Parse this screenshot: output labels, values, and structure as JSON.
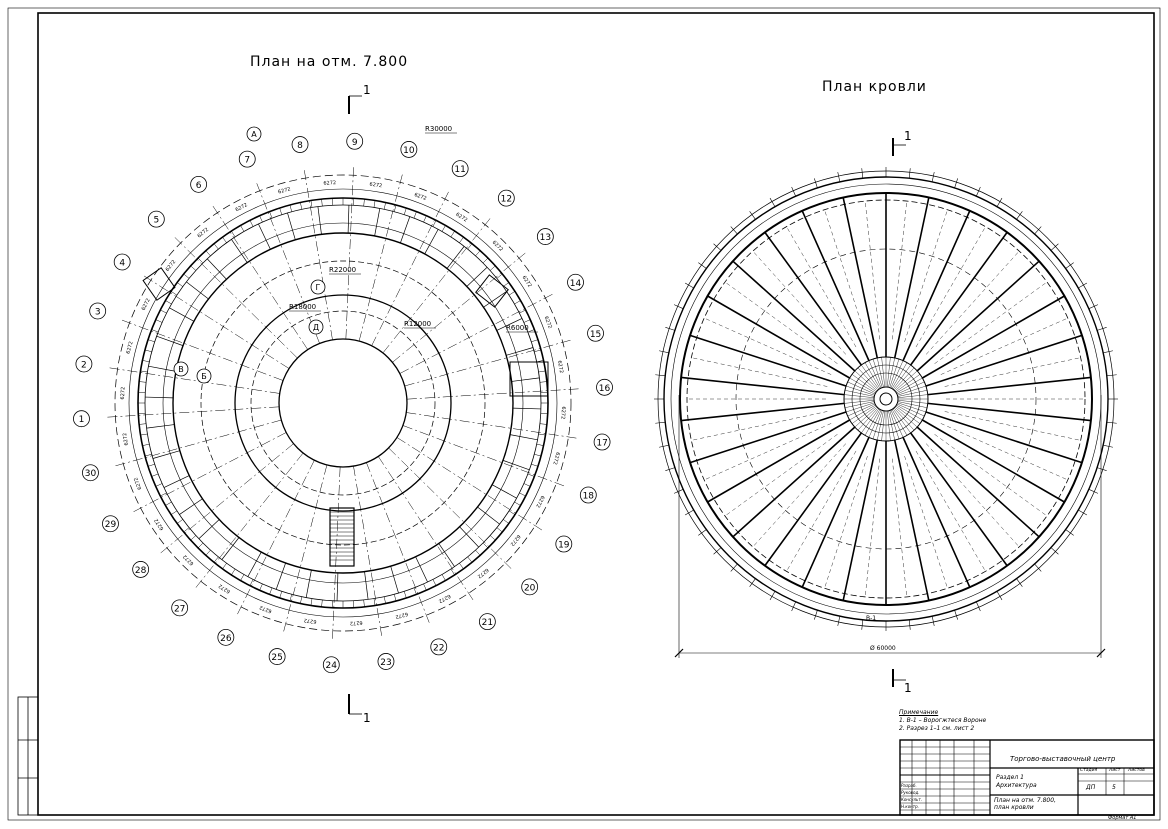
{
  "drawing": {
    "left_title": "План на отм. 7.800",
    "right_title": "План кровли",
    "section_mark": "1",
    "ring_radius_labels": [
      "R30000",
      "R22000",
      "R18000",
      "R12000",
      "R6000"
    ],
    "axis_letters": [
      "А",
      "Б",
      "В",
      "Г",
      "Д"
    ],
    "axis_numbers": [
      "1",
      "2",
      "3",
      "4",
      "5",
      "6",
      "7",
      "8",
      "9",
      "10",
      "11",
      "12",
      "13",
      "14",
      "15",
      "16",
      "17",
      "18",
      "19",
      "20",
      "21",
      "22",
      "23",
      "24",
      "25",
      "26",
      "27",
      "28",
      "29",
      "30"
    ],
    "bay_dimension": "6272",
    "roof_overall_dimension": "Ø 60000",
    "roof_drain_label": "В-1"
  },
  "notes": {
    "heading": "Примечание",
    "line1": "1. В-1 – Ворогжтеся Вороне",
    "line2": "2. Разрез 1–1 см. лист 2"
  },
  "stamp": {
    "project_name": "Торгово-выставочный центр",
    "section_name": "Раздел 1",
    "section_sub": "Архитектура",
    "sheet_title": "План на отм. 7.800, план кровли",
    "stage_header": "Стадия",
    "sheet_header": "Лист",
    "sheets_header": "Листов",
    "stage_value": "ДП",
    "sheet_value": "5",
    "signers": [
      "Разраб.",
      "Руковод.",
      "Консульт.",
      "Н.контр."
    ],
    "format": "Формат А1"
  },
  "colors": {
    "ink": "#000000",
    "paper": "#ffffff"
  }
}
